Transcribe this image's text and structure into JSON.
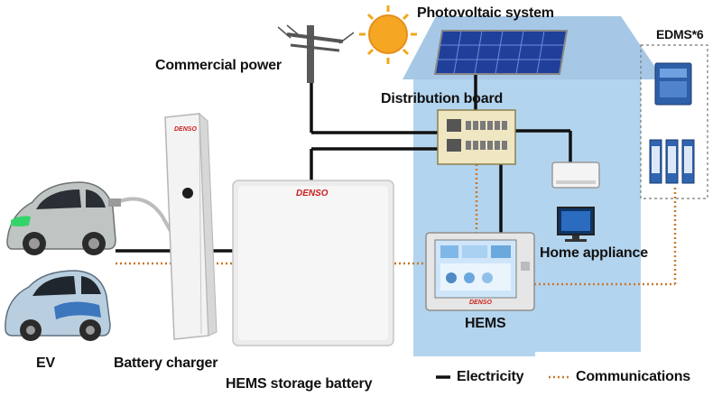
{
  "colors": {
    "house_fill": "#b3d4ee",
    "house_roof": "#a6c8e6",
    "electricity": "#111111",
    "communications": "#c9782f",
    "sun": "#f2a81a",
    "brand_red": "#cc1f1f"
  },
  "labels": {
    "photovoltaic": "Photovoltaic system",
    "commercial_power": "Commercial power",
    "distribution_board": "Distribution board",
    "edms": "EDMS*6",
    "home_appliance": "Home appliance",
    "hems": "HEMS",
    "ev": "EV",
    "battery_charger": "Battery charger",
    "storage_battery": "HEMS storage battery"
  },
  "brand": {
    "charger": "DENSO",
    "battery": "DENSO",
    "hems": "DENSO"
  },
  "legend": {
    "electricity": "Electricity",
    "communications": "Communications"
  },
  "icons": [
    "sun-icon",
    "utility-pole-icon",
    "solar-panel-icon",
    "distribution-board-icon",
    "air-conditioner-icon",
    "tv-icon",
    "ev-car-icon",
    "battery-charger-icon",
    "storage-battery-icon",
    "hems-panel-icon",
    "edms-server-icon"
  ]
}
